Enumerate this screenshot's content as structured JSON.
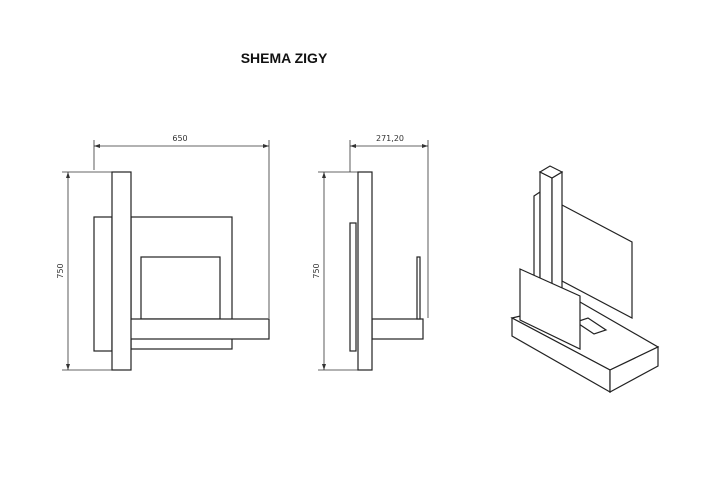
{
  "title": "SHEMA ZIGY",
  "front_view": {
    "width_label": "650",
    "height_label": "750"
  },
  "side_view": {
    "width_label": "271,20",
    "height_label": "750"
  }
}
